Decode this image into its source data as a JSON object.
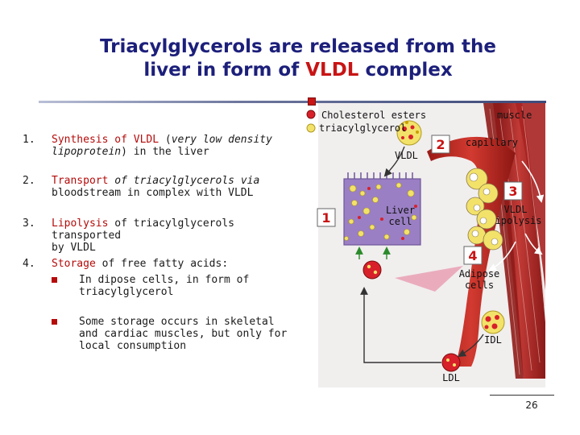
{
  "title": {
    "line1": "Triacylglycerols are released from the",
    "line2_prefix": "liver in form of ",
    "line2_accent": "VLDL",
    "line2_suffix": " complex"
  },
  "list": [
    {
      "number": "1.",
      "parts": {
        "a_red": "Synthesis of VLDL",
        "b": " (",
        "c_italic": "very low density",
        "d_italic": "lipoprotein",
        "e": ") in the liver"
      }
    },
    {
      "number": "2.",
      "parts": {
        "a_red": "Transport",
        "b": " of triacylglycerols via",
        "c": "bloodstream in complex with VLDL"
      }
    },
    {
      "number": "3.",
      "parts": {
        "a_red": "Lipolysis",
        "b": " of triacylglycerols transported",
        "c": "by VLDL"
      }
    },
    {
      "number": "4.",
      "parts": {
        "a_red": "Storage",
        "b": " of free fatty acids:"
      },
      "subitems": [
        {
          "line1": "In dipose cells, in form of",
          "line2": "triacylglycerol"
        },
        {
          "line1": "Some storage occurs in skeletal",
          "line2": "and cardiac muscles, but only for",
          "line3": "local consumption"
        }
      ]
    }
  ],
  "diagram": {
    "labels": {
      "cholesterol": "Cholesterol esters",
      "triacylglycerol": "triacylglycerol",
      "muscle": "muscle",
      "vldl_top": "VLDL",
      "capillary": "capillary",
      "liver_line1": "Liver",
      "liver_line2": "cell",
      "vldl_lipolysis_line1": "VLDL",
      "vldl_lipolysis_line2": "lipolysis",
      "adipose_line1": "Adipose",
      "adipose_line2": "cells",
      "idl": "IDL",
      "ldl": "LDL"
    },
    "steps": [
      "1",
      "2",
      "3",
      "4"
    ],
    "colors": {
      "liver_cell": "#9a7fc4",
      "lipid_droplet": "#f3e26a",
      "vldl_particle": "#d8202a",
      "muscle": "#b8312f",
      "step_red": "#c81414",
      "panel_bg": "#f1eeee"
    }
  },
  "page_number": "26"
}
